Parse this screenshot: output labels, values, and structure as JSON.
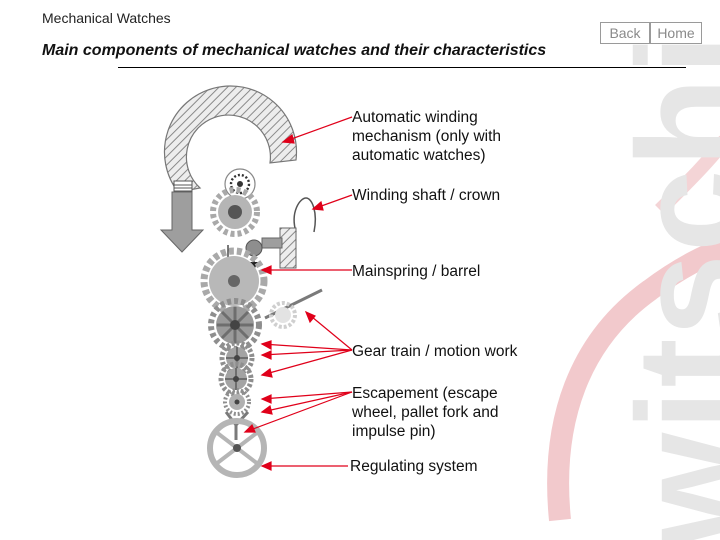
{
  "header": {
    "section_label": "Mechanical Watches",
    "title": "Main components of mechanical watches and their characteristics"
  },
  "nav": {
    "back_label": "Back",
    "home_label": "Home"
  },
  "watermark": {
    "text": "witschi"
  },
  "diagram": {
    "labels": [
      {
        "text": "Automatic winding mechanism (only with automatic watches)"
      },
      {
        "text": "Winding shaft / crown"
      },
      {
        "text": "Mainspring / barrel"
      },
      {
        "text": "Gear train / motion work"
      },
      {
        "text": "Escapement (escape wheel, pallet fork and impulse pin)"
      },
      {
        "text": "Regulating system"
      }
    ]
  },
  "colors": {
    "leader": "#e0001a",
    "gear": "#a9a9a9",
    "gear_dark": "#8e8e8e",
    "accent": "#d0202a"
  },
  "icons": [
    "gear-icon",
    "down-arrow-icon",
    "crown-icon"
  ]
}
